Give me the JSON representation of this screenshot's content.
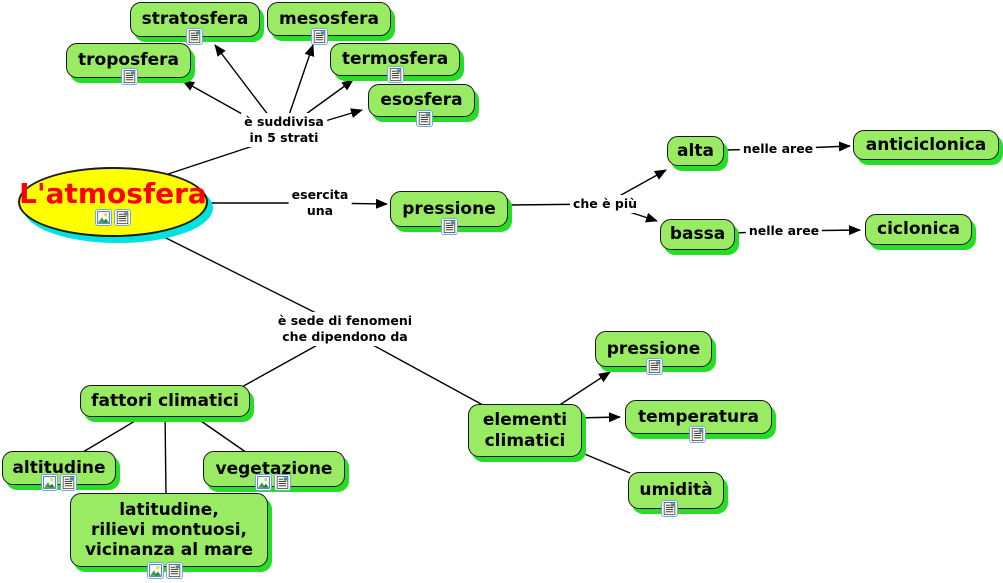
{
  "diagram": {
    "type": "concept-map",
    "root": {
      "label": "L'atmosfera"
    },
    "nodes": {
      "stratosfera": {
        "label": "stratosfera"
      },
      "mesosfera": {
        "label": "mesosfera"
      },
      "troposfera": {
        "label": "troposfera"
      },
      "termosfera": {
        "label": "termosfera"
      },
      "esosfera": {
        "label": "esosfera"
      },
      "pressione": {
        "label": "pressione"
      },
      "alta": {
        "label": "alta"
      },
      "anticiclonica": {
        "label": "anticiclonica"
      },
      "bassa": {
        "label": "bassa"
      },
      "ciclonica": {
        "label": "ciclonica"
      },
      "fattori_climatici": {
        "label": "fattori climatici"
      },
      "altitudine": {
        "label": "altitudine"
      },
      "vegetazione": {
        "label": "vegetazione"
      },
      "latitudine": {
        "label": "latitudine,\nrilievi montuosi,\nvicinanza al mare"
      },
      "elementi_climatici": {
        "label": "elementi\nclimatici"
      },
      "pressione_elemento": {
        "label": "pressione"
      },
      "temperatura": {
        "label": "temperatura"
      },
      "umidita": {
        "label": "umidità"
      }
    },
    "linking_phrases": {
      "suddivisa": "è suddivisa\nin 5 strati",
      "esercita": "esercita\nuna",
      "che_e_piu": "che è più",
      "nelle_aree_alta": "nelle aree",
      "nelle_aree_bassa": "nelle aree",
      "e_sede": "è sede di fenomeni\nche dipendono da"
    },
    "colors": {
      "background": "#FFFFFF",
      "node_fill": "#99EB63",
      "node_shadow": "#27DE27",
      "node_border": "#161616",
      "node_text": "#000000",
      "root_fill": "#FFFF00",
      "root_shadow": "#00E1E1",
      "root_text": "#FF0000",
      "line_color": "#000000"
    }
  }
}
